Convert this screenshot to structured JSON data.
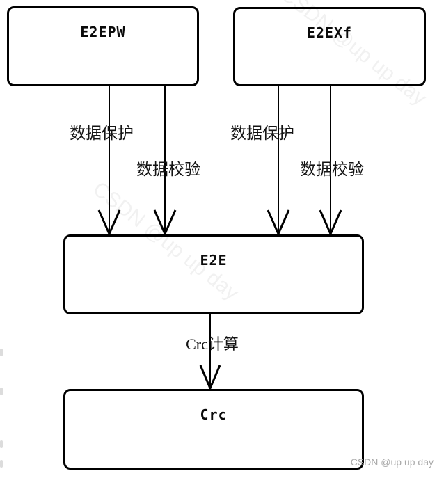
{
  "diagram": {
    "background_color": "#ffffff",
    "line_color": "#000000",
    "boxes": [
      {
        "id": "e2epw",
        "label": "E2EPW"
      },
      {
        "id": "e2exf",
        "label": "E2EXf"
      },
      {
        "id": "e2e",
        "label": "E2E"
      },
      {
        "id": "crc",
        "label": "Crc"
      }
    ],
    "edges": [
      {
        "from": "e2epw",
        "to": "e2e",
        "label": "数据保护"
      },
      {
        "from": "e2epw",
        "to": "e2e",
        "label": "数据校验"
      },
      {
        "from": "e2exf",
        "to": "e2e",
        "label": "数据保护"
      },
      {
        "from": "e2exf",
        "to": "e2e",
        "label": "数据校验"
      },
      {
        "from": "e2e",
        "to": "crc",
        "label": "Crc计算"
      }
    ],
    "watermark": {
      "text": "CSDN @up up day",
      "color": "#a9a9a9"
    }
  }
}
